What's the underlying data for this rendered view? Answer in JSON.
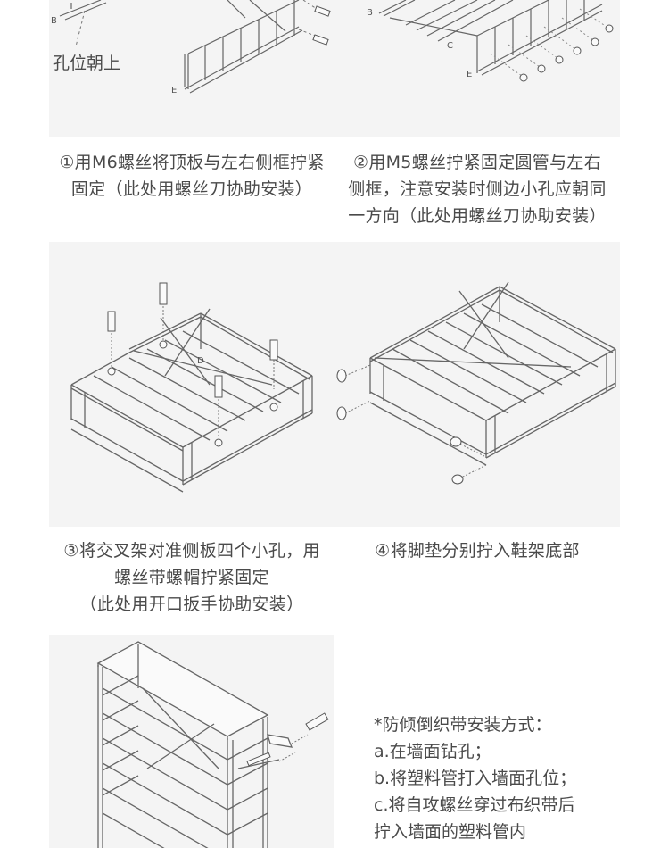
{
  "panel1": {
    "point_labels": [
      "B",
      "E"
    ],
    "note": "孔位朝上"
  },
  "panel2": {
    "point_labels": [
      "B",
      "C",
      "E"
    ]
  },
  "panel3": {
    "point_labels": [
      "D"
    ]
  },
  "steps": [
    {
      "lines": [
        "①用M6螺丝将顶板与左右侧框拧紧",
        "固定（此处用螺丝刀协助安装）"
      ]
    },
    {
      "lines": [
        "②用M5螺丝拧紧固定圆管与左右",
        "侧框，注意安装时侧边小孔应朝同",
        "一方向（此处用螺丝刀协助安装）"
      ]
    },
    {
      "lines": [
        "③将交叉架对准侧板四个小孔，用",
        "螺丝带螺帽拧紧固定",
        "（此处用开口扳手协助安装）"
      ]
    },
    {
      "lines": [
        "④将脚垫分别拧入鞋架底部"
      ]
    }
  ],
  "anti_tip": {
    "lines": [
      "*防倾倒织带安装方式：",
      "a.在墙面钻孔；",
      "b.将塑料管打入墙面孔位；",
      "c.将自攻螺丝穿过布织带后",
      "拧入墙面的塑料管内"
    ]
  }
}
